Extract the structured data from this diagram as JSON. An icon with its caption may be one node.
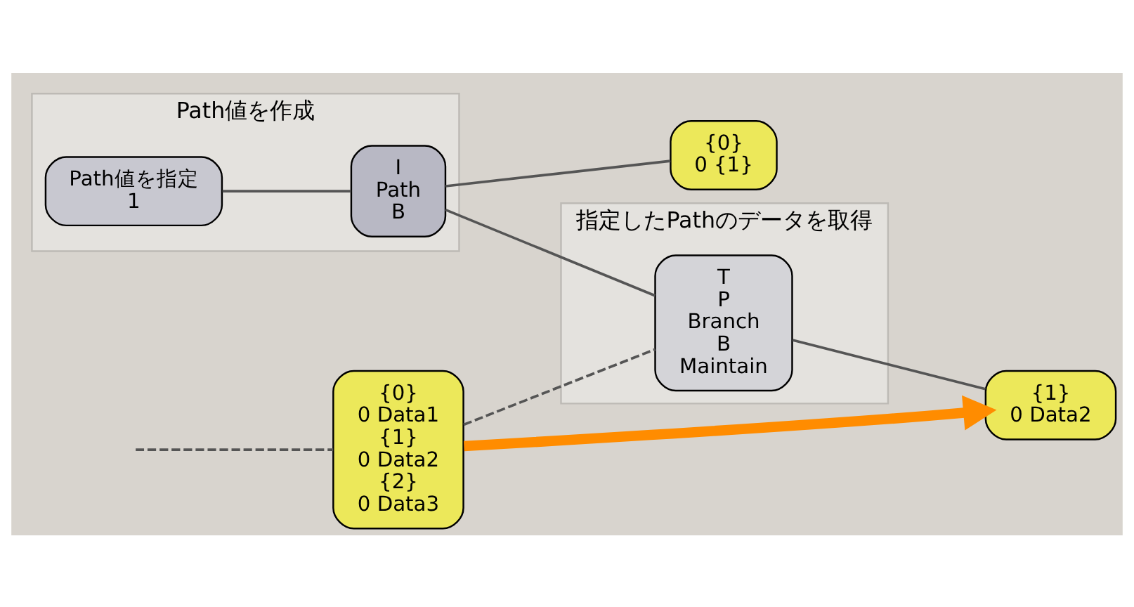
{
  "diagram": {
    "nodes": [
      {
        "text": [
          "{0}",
          "0 Data1",
          "{1}",
          "0 Data2",
          "{2}",
          "0 Data3"
        ]
      },
      {
        "text": [
          "指定したPathのデータを取得"
        ]
      },
      {
        "text": [
          "T",
          "P",
          "Branch",
          "B",
          "Maintain"
        ],
        "in": 1
      },
      {
        "text": [
          "{1}",
          "0 Data2"
        ]
      },
      {
        "text": [
          "Path値を作成"
        ]
      },
      {
        "text": [
          "Path値を指定",
          "1"
        ],
        "in": 4
      },
      {
        "text": [
          "I",
          "Path",
          "B"
        ],
        "in": 4
      },
      {
        "text": [
          "{0}",
          "0 {1}"
        ]
      }
    ],
    "edges": [
      {
        "from": null,
        "to": 0,
        "arrow": "none",
        "style": "dashed"
      },
      {
        "from": 0,
        "to": 2,
        "arrow": "none",
        "style": "dashed"
      },
      {
        "from": 2,
        "to": 3,
        "arrow": "none"
      },
      {
        "from": 5,
        "to": 6,
        "arrow": "none"
      },
      {
        "from": 6,
        "to": 2,
        "arrow": "none"
      },
      {
        "from": 6,
        "to": 7,
        "arrow": "none"
      },
      {
        "from": 0,
        "to": 3,
        "arrow": "to",
        "style": "thick",
        "color": "#ff8c00"
      }
    ]
  }
}
